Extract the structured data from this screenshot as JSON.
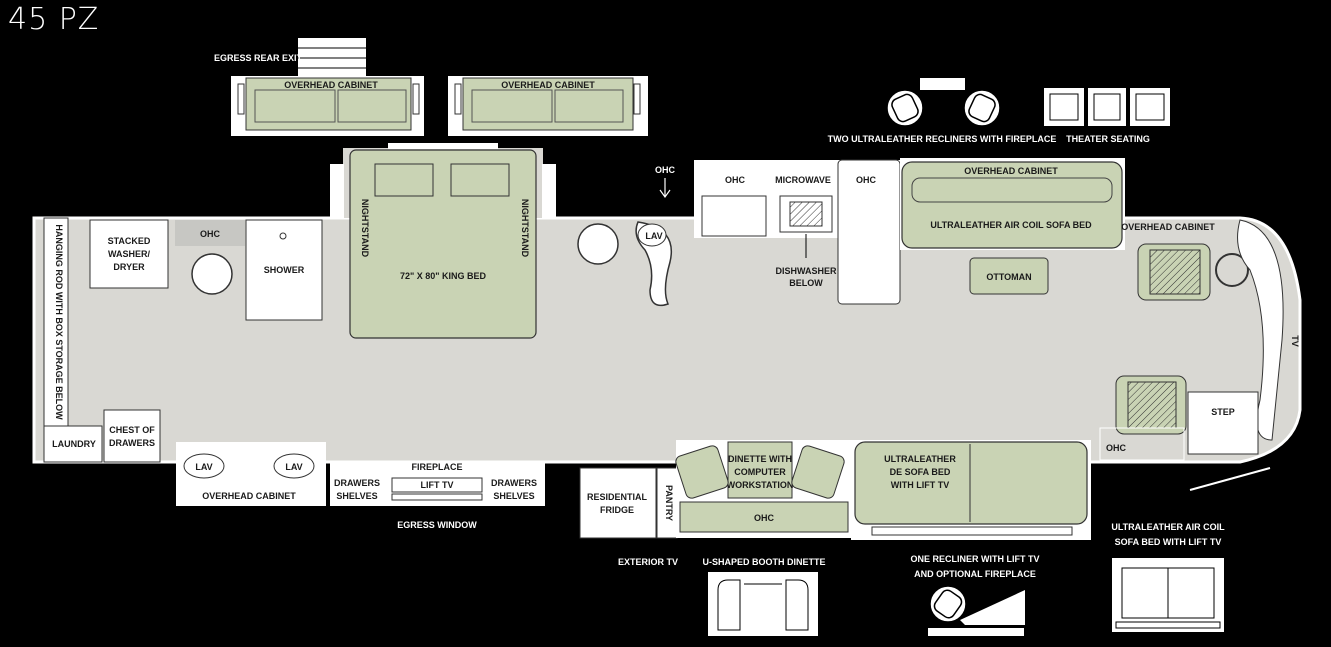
{
  "title": "45 PZ",
  "labels": {
    "egress_rear_exit": "EGRESS REAR EXIT",
    "overhead_cabinet_1": "OVERHEAD CABINET",
    "overhead_cabinet_2": "OVERHEAD CABINET",
    "two_recliners": "TWO ULTRALEATHER  RECLINERS WITH FIREPLACE",
    "theater_seating": "THEATER SEATING",
    "hanging_rod": "HANGING ROD WITH BOX STORAGE BELOW",
    "stacked_washer_1": "STACKED",
    "stacked_washer_2": "WASHER/",
    "stacked_washer_3": "DRYER",
    "ohc_bath": "OHC",
    "shower": "SHOWER",
    "nightstand_left": "NIGHTSTAND",
    "nightstand_right": "NIGHTSTAND",
    "king_bed": "72\" X 80\" KING BED",
    "ohc_arrow": "OHC",
    "lav_mid": "LAV",
    "ohc_kitchen_1": "OHC",
    "microwave": "MICROWAVE",
    "ohc_kitchen_2": "OHC",
    "dishwasher_1": "DISHWASHER",
    "dishwasher_2": "BELOW",
    "overhead_cabinet_sofa": "OVERHEAD CABINET",
    "sofa_bed_top": "ULTRALEATHER AIR COIL SOFA BED",
    "ottoman": "OTTOMAN",
    "overhead_cabinet_front": "OVERHEAD CABINET",
    "tv": "TV",
    "step": "STEP",
    "ohc_front": "OHC",
    "laundry": "LAUNDRY",
    "chest_1": "CHEST OF",
    "chest_2": "DRAWERS",
    "lav_left": "LAV",
    "lav_right": "LAV",
    "overhead_cabinet_bottom": "OVERHEAD CABINET",
    "drawers_left_1": "DRAWERS",
    "drawers_left_2": "SHELVES",
    "fireplace": "FIREPLACE",
    "lift_tv": "LIFT TV",
    "drawers_right_1": "DRAWERS",
    "drawers_right_2": "SHELVES",
    "egress_window": "EGRESS WINDOW",
    "fridge_1": "RESIDENTIAL",
    "fridge_2": "FRIDGE",
    "pantry": "PANTRY",
    "dinette_1": "DINETTE WITH",
    "dinette_2": "COMPUTER",
    "dinette_3": "WORKSTATION",
    "ohc_dinette": "OHC",
    "de_sofa_1": "ULTRALEATHER",
    "de_sofa_2": "DE SOFA BED",
    "de_sofa_3": "WITH LIFT TV",
    "exterior_tv": "EXTERIOR TV",
    "u_booth": "U-SHAPED BOOTH DINETTE",
    "one_recliner_1": "ONE RECLINER WITH LIFT TV",
    "one_recliner_2": "AND  OPTIONAL FIREPLACE",
    "air_coil_1": "ULTRALEATHER AIR COIL",
    "air_coil_2": "SOFA BED WITH LIFT TV"
  },
  "colors": {
    "background": "#000000",
    "floor": "#d9d8d3",
    "furniture": "#c9d3b4",
    "furniture_stroke": "#3a3a3a",
    "white": "#ffffff"
  }
}
